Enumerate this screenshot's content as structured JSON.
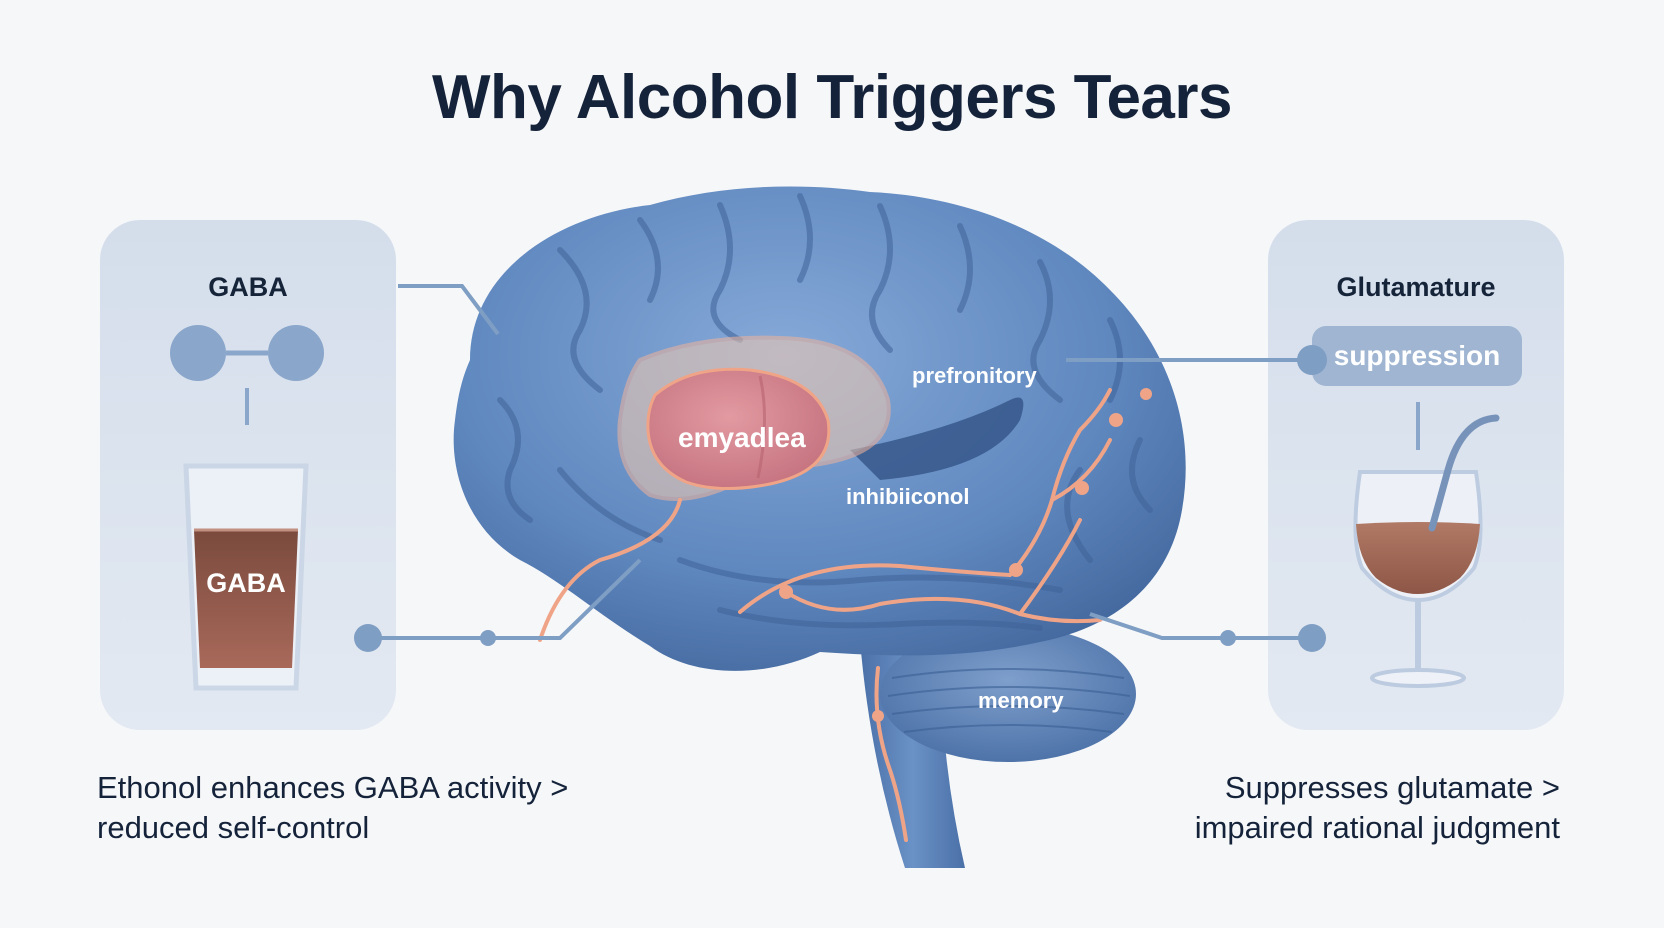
{
  "title": "Why Alcohol Triggers Tears",
  "left_panel": {
    "heading": "GABA",
    "glass_label": "GABA"
  },
  "right_panel": {
    "heading": "Glutamature",
    "pill_label": "suppression"
  },
  "brain_labels": {
    "amygdala": "emyadlea",
    "prefrontal": "prefronitory",
    "inhibitory": "inhibiiconol",
    "memory": "memory"
  },
  "captions": {
    "left_line1": "Ethonol enhances GABA activity >",
    "left_line2": "reduced self-control",
    "right_line1": "Suppresses glutamate >",
    "right_line2": "impaired rational judgment"
  },
  "colors": {
    "brain_blue": "#5f88bf",
    "amygdala_pink": "#d9868f",
    "neural_path": "#f0a487",
    "connector": "#7f9ec4",
    "drink": "#9b5f4c"
  }
}
